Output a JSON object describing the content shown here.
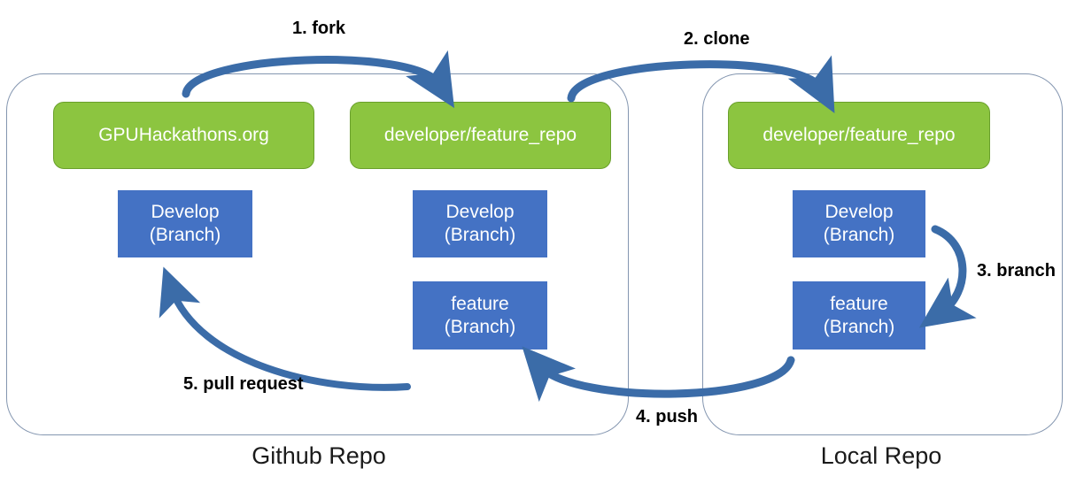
{
  "diagram": {
    "title_hidden": "",
    "colors": {
      "green_node": "#8CC540",
      "blue_node": "#4472C4",
      "arrow": "#3B6CA8",
      "container_border": "#8496B0",
      "label_text": "#000000"
    },
    "containers": [
      {
        "id": "github-repo",
        "caption": "Github Repo"
      },
      {
        "id": "local-repo",
        "caption": "Local Repo"
      }
    ],
    "nodes": {
      "upstream_repo": "GPUHackathons.org",
      "fork_repo": "developer/feature_repo",
      "local_repo": "developer/feature_repo",
      "develop_branch_line1": "Develop",
      "develop_branch_line2": "(Branch)",
      "feature_branch_line1": "feature",
      "feature_branch_line2": "(Branch)"
    },
    "steps": [
      {
        "num": 1,
        "label": "1. fork"
      },
      {
        "num": 2,
        "label": "2. clone"
      },
      {
        "num": 3,
        "label": "3. branch"
      },
      {
        "num": 4,
        "label": "4. push"
      },
      {
        "num": 5,
        "label": "5. pull request"
      }
    ]
  }
}
